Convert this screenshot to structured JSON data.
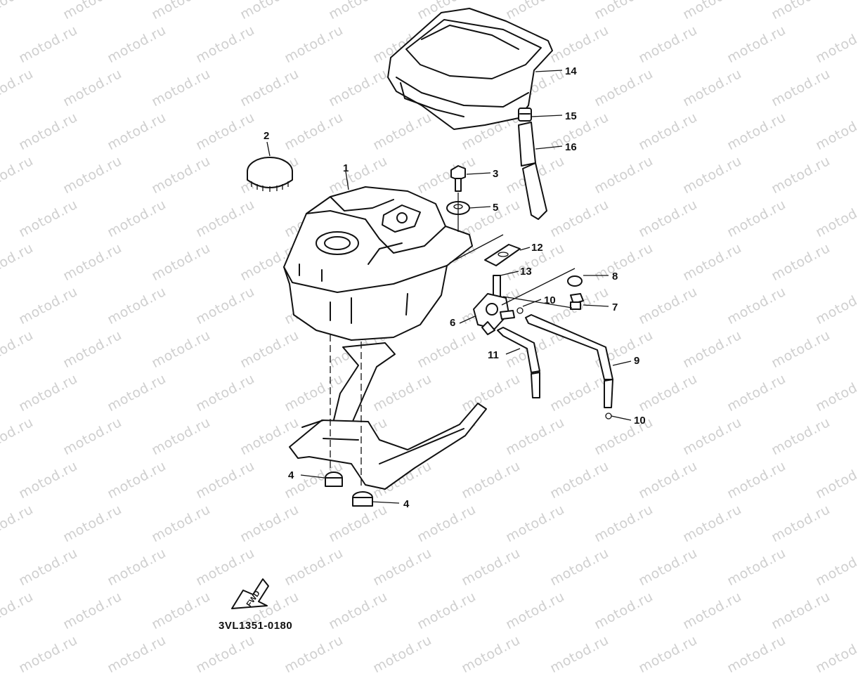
{
  "watermark": "motod.ru",
  "drawing_code": "3VL1351-0180",
  "fwd_label": "FWD",
  "callouts": [
    "1",
    "2",
    "3",
    "4",
    "4",
    "5",
    "6",
    "7",
    "8",
    "9",
    "10",
    "10",
    "11",
    "12",
    "13",
    "14",
    "15",
    "16"
  ]
}
